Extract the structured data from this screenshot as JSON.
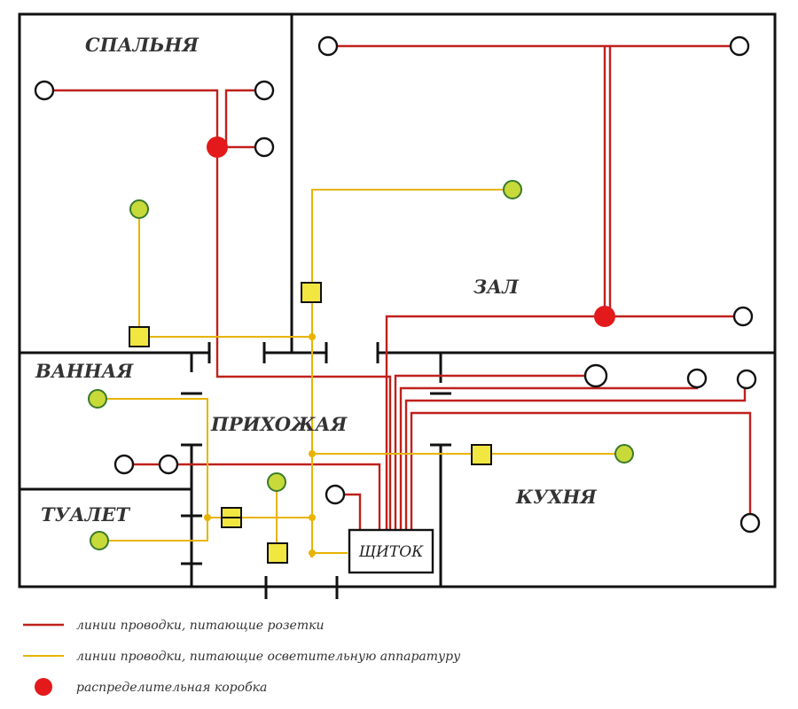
{
  "diagram": {
    "rooms": {
      "bedroom": "СПАЛЬНЯ",
      "hall": "ЗАЛ",
      "bathroom": "ВАННАЯ",
      "hallway": "ПРИХОЖАЯ",
      "toilet": "ТУАЛЕТ",
      "kitchen": "КУХНЯ"
    },
    "panel_label": "ЩИТОК"
  },
  "legend": {
    "items": [
      {
        "label": "линии проводки, питающие розетки",
        "color": "#c0201c"
      },
      {
        "label": "линии проводки, питающие осветительную аппаратуру",
        "color": "#e8b400"
      },
      {
        "label": "распределительная коробка",
        "color": "#e3191b"
      }
    ]
  },
  "colors": {
    "socket_wire": "#c0201c",
    "light_wire": "#e8b400",
    "junction_box": "#e3191b",
    "lamp": "#c8d93a",
    "switch": "#f2e640",
    "walls": "#111111"
  }
}
